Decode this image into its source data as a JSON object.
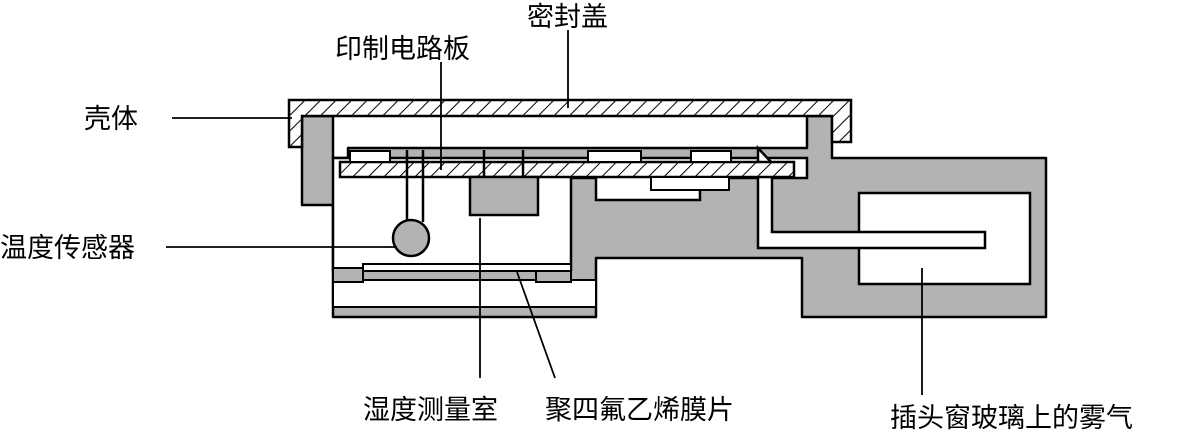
{
  "labels": {
    "seal_cover": "密封盖",
    "pcb": "印制电路板",
    "housing": "壳体",
    "temp_sensor": "温度传感器",
    "humidity_chamber": "湿度测量室",
    "ptfe_film": "聚四氟乙烯膜片",
    "fog": "插头窗玻璃上的雾气"
  },
  "colors": {
    "housing_fill": "#b3b3b3",
    "line": "#000000",
    "background": "#ffffff"
  }
}
